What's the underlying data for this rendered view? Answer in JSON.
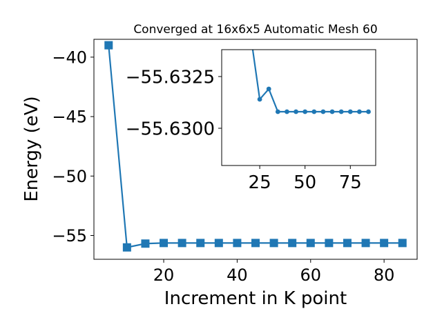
{
  "chart_data": [
    {
      "type": "line",
      "title": "Converged at 16x6x5 Automatic Mesh 60",
      "xlabel": "Increment in K point",
      "ylabel": "Energy (eV)",
      "xlim": [
        1.0,
        89.0
      ],
      "ylim": [
        -57.0,
        -38.5
      ],
      "x_ticks": [
        20,
        40,
        60,
        80
      ],
      "y_ticks": [
        -55,
        -50,
        -45,
        -40
      ],
      "grid": false,
      "marker": "square",
      "color": "#1f77b4",
      "series": [
        {
          "x": [
            5,
            10,
            15,
            20,
            25,
            30,
            35,
            40,
            45,
            50,
            55,
            60,
            65,
            70,
            75,
            80,
            85
          ],
          "values": [
            -39.0,
            -56.0,
            -55.68,
            -55.63,
            -55.63,
            -55.63,
            -55.63,
            -55.63,
            -55.63,
            -55.63,
            -55.63,
            -55.63,
            -55.63,
            -55.63,
            -55.63,
            -55.63,
            -55.63
          ]
        }
      ]
    },
    {
      "type": "line",
      "title": "",
      "inset": true,
      "xlabel": "",
      "ylabel": "",
      "xlim": [
        4.0,
        89.0
      ],
      "ylim": [
        -55.6282,
        -55.6338
      ],
      "x_ticks": [
        25,
        50,
        75
      ],
      "y_ticks": [
        -55.6325,
        -55.63
      ],
      "y_tick_labels": [
        "−55.6325",
        "−55.6300"
      ],
      "grid": false,
      "marker": "circle",
      "color": "#1f77b4",
      "series": [
        {
          "x": [
            20,
            25,
            30,
            35,
            40,
            45,
            50,
            55,
            60,
            65,
            70,
            75,
            80,
            85
          ],
          "values": [
            -55.6345,
            -55.6314,
            -55.6319,
            -55.6308,
            -55.6308,
            -55.6308,
            -55.6308,
            -55.6308,
            -55.6308,
            -55.6308,
            -55.6308,
            -55.6308,
            -55.6308,
            -55.6308
          ]
        }
      ]
    }
  ]
}
